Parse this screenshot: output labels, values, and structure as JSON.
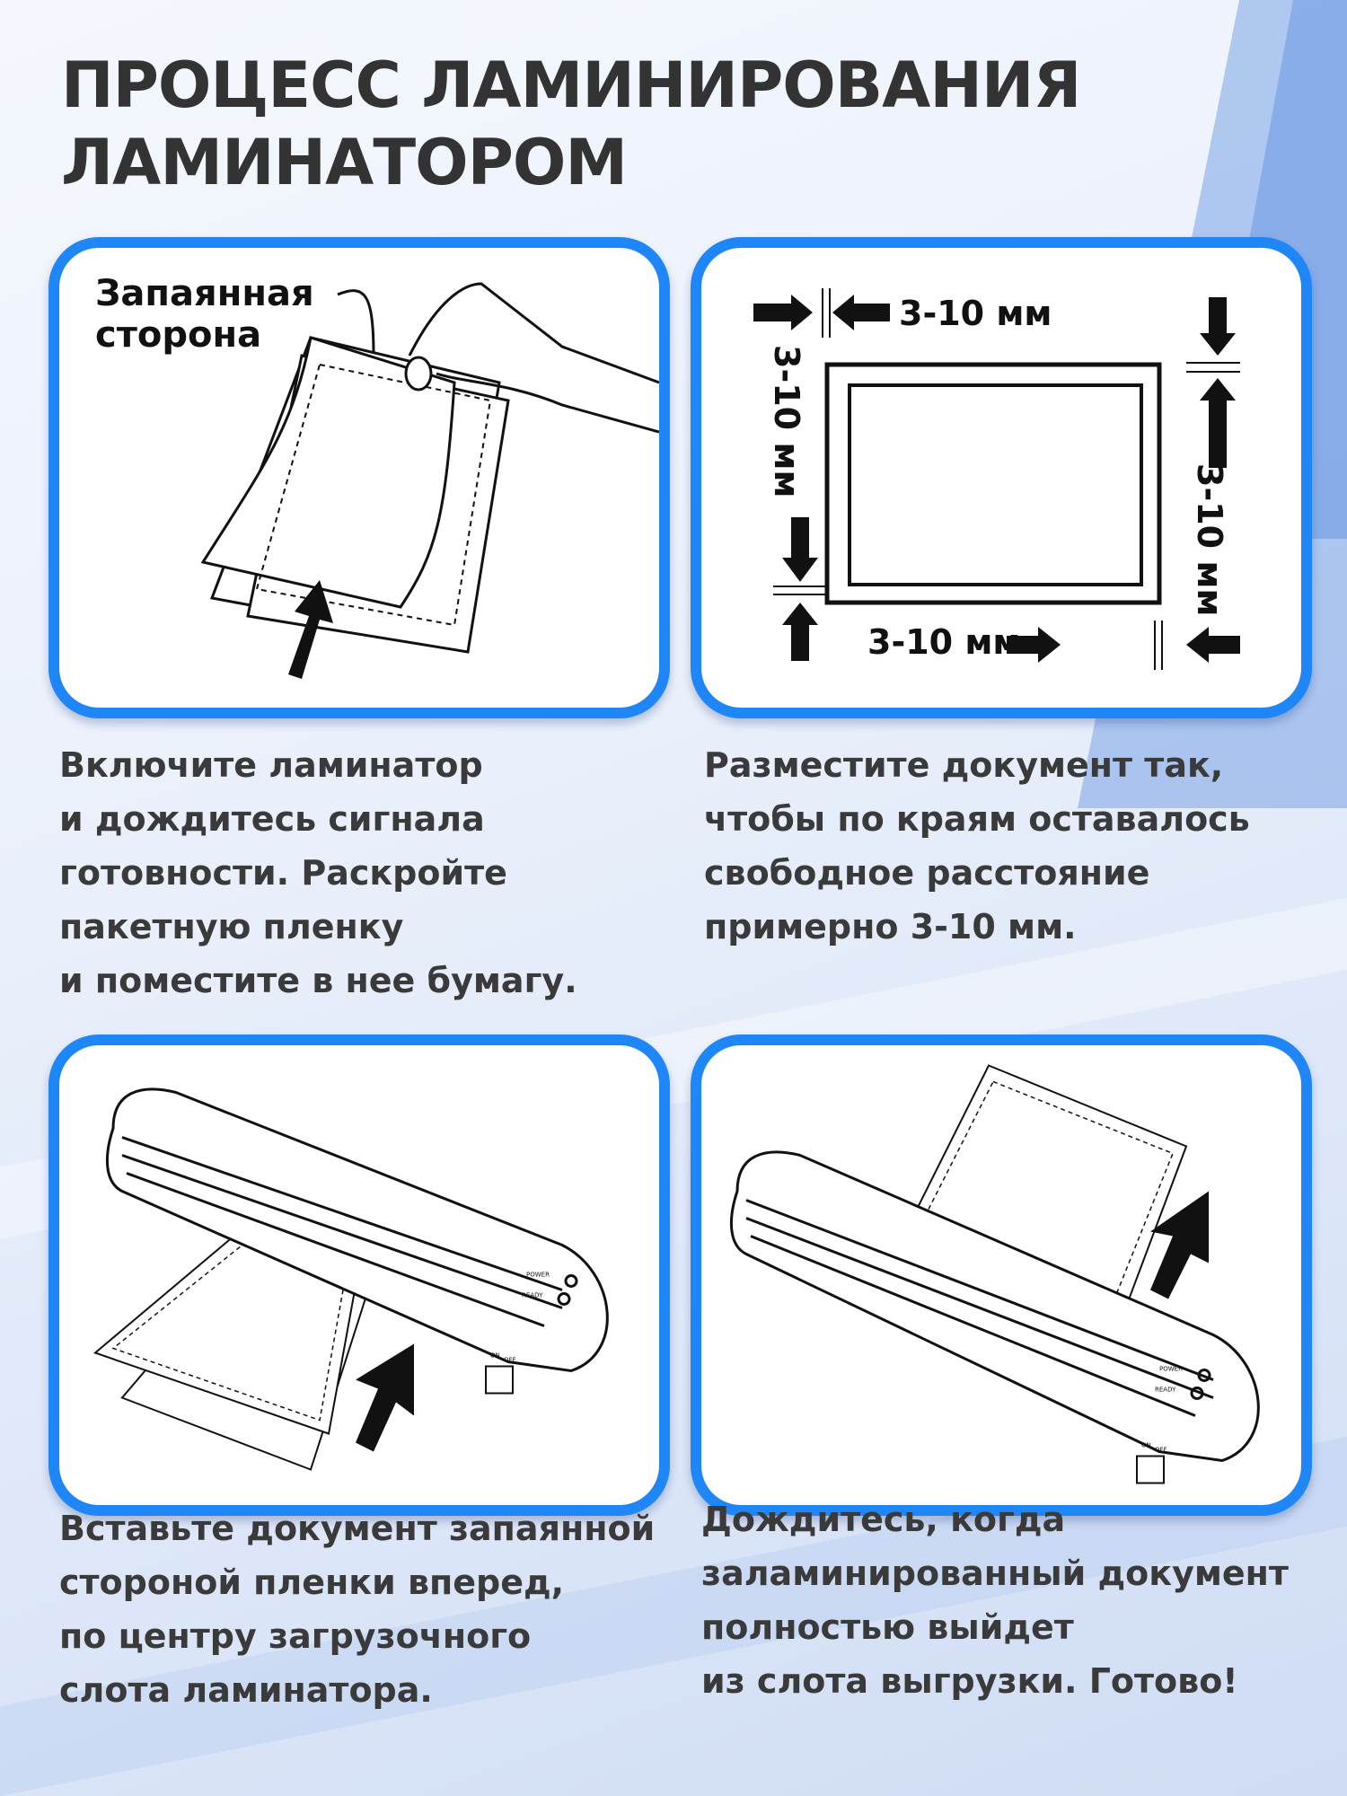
{
  "title": {
    "line1": "ПРОЦЕСС ЛАМИНИРОВАНИЯ",
    "line2": "ЛАМИНАТОРОМ"
  },
  "colors": {
    "panel_border": "#1e86f7",
    "text": "#333333"
  },
  "steps": [
    {
      "illustration_label": [
        "Запаянная",
        "сторона"
      ],
      "text": [
        "Включите ламинатор",
        "и дождитесь сигнала",
        "готовности. Раскройте",
        "пакетную пленку",
        "и поместите в нее бумагу."
      ]
    },
    {
      "margin_labels": {
        "top": "3-10 мм",
        "left": "3-10 мм",
        "right": "3-10 мм",
        "bottom": "3-10 мм"
      },
      "text": [
        "Разместите документ так,",
        "чтобы по краям оставалось",
        "свободное расстояние",
        "примерно 3-10 мм."
      ]
    },
    {
      "device_labels": {
        "power": "POWER",
        "ready": "READY",
        "on": "ON",
        "off": "OFF"
      },
      "text": [
        "Вставьте документ запаянной",
        "стороной пленки вперед,",
        "по центру загрузочного",
        "слота ламинатора."
      ]
    },
    {
      "device_labels": {
        "power": "POWER",
        "ready": "READY",
        "on": "ON",
        "off": "OFF"
      },
      "text": [
        "Дождитесь, когда",
        "заламинированный документ",
        "полностью выйдет",
        "из слота выгрузки. Готово!"
      ]
    }
  ]
}
